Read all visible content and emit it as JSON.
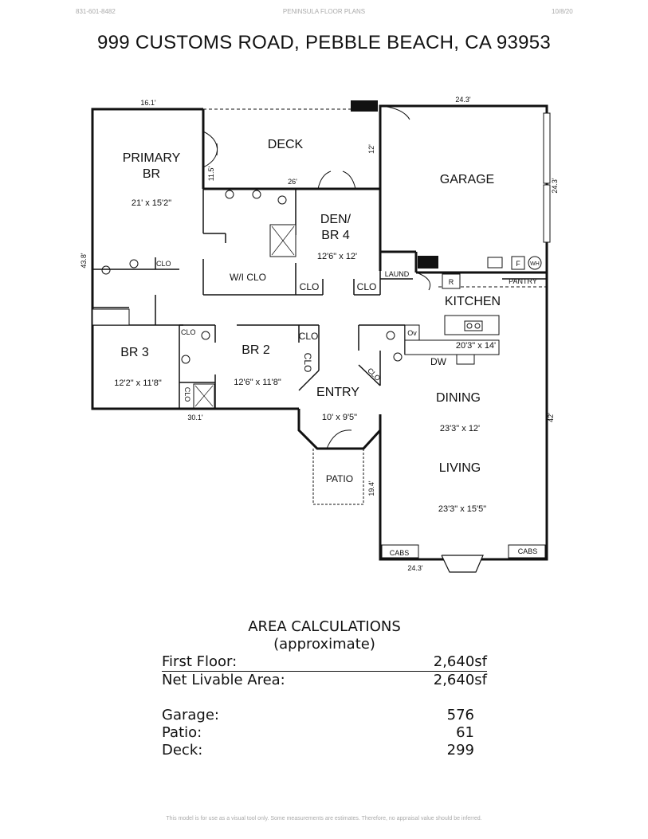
{
  "header": {
    "phone": "831-601-8482",
    "company": "PENINSULA FLOOR PLANS",
    "date": "10/8/20"
  },
  "title": "999 CUSTOMS ROAD, PEBBLE BEACH, CA  93953",
  "rooms": {
    "primary_br": [
      "PRIMARY",
      "BR"
    ],
    "primary_br_size": "21' x 15'2\"",
    "deck": "DECK",
    "garage": "GARAGE",
    "den": [
      "DEN/",
      "BR 4"
    ],
    "den_size": "12'6\" x 12'",
    "wi_clo": "W/I CLO",
    "kitchen": "KITCHEN",
    "kitchen_size": "20'3\" x 14'",
    "br3": "BR 3",
    "br3_size": "12'2\" x 11'8\"",
    "br2": "BR 2",
    "br2_size": "12'6\" x 11'8\"",
    "entry": "ENTRY",
    "entry_size": "10' x 9'5\"",
    "dining": "DINING",
    "dining_size": "23'3\" x 12'",
    "living": "LIVING",
    "living_size": "23'3\" x 15'5\"",
    "patio": "PATIO"
  },
  "labels": {
    "clo": "CLO",
    "laund": "LAUND",
    "pantry": "PANTRY",
    "r": "R",
    "ov": "Ov",
    "dw": "DW",
    "cabs": "CABS",
    "f": "F",
    "wh": "WH"
  },
  "dimensions": {
    "top_left": "16.1'",
    "top_right": "24.3'",
    "deck_height": "12'",
    "deck_inner_left": "11.5'",
    "deck_width": "26'",
    "garage_side": "24.3'",
    "left_side": "43.8'",
    "right_side": "42'",
    "bottom_left": "30.1'",
    "patio_side": "19.4'",
    "bottom_right": "24.3'"
  },
  "area": {
    "title": "AREA CALCULATIONS",
    "subtitle": "(approximate)",
    "rows": [
      {
        "label": "First  Floor:",
        "value": "2,640sf"
      },
      {
        "label": "Net Livable Area:",
        "value": "2,640sf"
      }
    ],
    "extras": [
      {
        "label": "Garage:",
        "value": "576"
      },
      {
        "label": "Patio:",
        "value": "61"
      },
      {
        "label": "Deck:",
        "value": "299"
      }
    ]
  },
  "footer": "This model is for use as a visual tool only.  Some measurements are estimates.  Therefore, no appraisal value should be inferred."
}
